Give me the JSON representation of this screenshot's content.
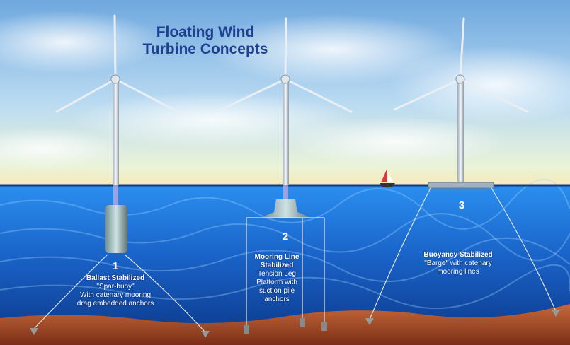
{
  "title": {
    "line1": "Floating Wind",
    "line2": "Turbine Concepts"
  },
  "concepts": [
    {
      "number": "1",
      "heading": "Ballast Stabilized",
      "desc": [
        "\"Spar-buoy\"",
        "With catenary mooring",
        "drag embedded anchors"
      ]
    },
    {
      "number": "2",
      "heading": [
        "Mooring Line",
        "Stabilized"
      ],
      "desc": [
        "Tension Leg",
        "Platform with",
        "suction pile",
        "anchors"
      ]
    },
    {
      "number": "3",
      "heading": "Buoyancy Stabilized",
      "desc": [
        "\"Barge\" with catenary",
        "mooring lines"
      ]
    }
  ],
  "colors": {
    "title": "#1f3f8f",
    "sky_top": "#7fb6e2",
    "sea": "#1e6fd6",
    "seabed": "#b0502a"
  }
}
